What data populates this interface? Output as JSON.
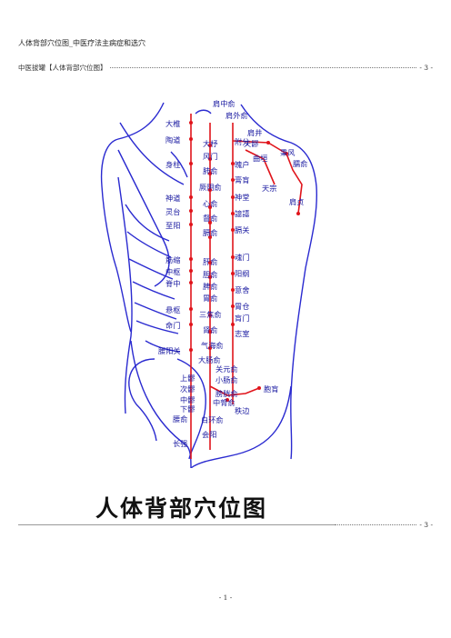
{
  "document": {
    "title": "人体背部穴位图_中医疗法主病症和选穴",
    "toc_entry": "中医拔罐【人体背部穴位图】",
    "toc_page": "- 3 -",
    "toc_page_2": "- 3 -",
    "figure_caption": "人体背部穴位图",
    "page_number": "- 1 -"
  },
  "colors": {
    "body_outline": "#2a2ad0",
    "meridian": "#e0141b",
    "label": "#1a1aa0"
  },
  "acupoints": {
    "left": [
      "大椎",
      "陶道",
      "身柱",
      "神道",
      "灵台",
      "至阳",
      "筋缩",
      "中枢",
      "脊中",
      "悬枢",
      "命门",
      "腰阳关",
      "上髎",
      "次髎",
      "中髎",
      "下髎",
      "腰俞",
      "长强"
    ],
    "center": [
      "大杼",
      "风门",
      "肺俞",
      "厥阴俞",
      "心俞",
      "督俞",
      "膈俞",
      "肝俞",
      "胆俞",
      "脾俞",
      "胃俞",
      "三焦俞",
      "肾俞",
      "气海俞",
      "大肠俞",
      "关元俞",
      "小肠俞",
      "膀胱俞",
      "中膂俞",
      "白环俞",
      "会阳"
    ],
    "outer": [
      "肩中俞",
      "肩外俞",
      "附分",
      "魄户",
      "膏肓",
      "神堂",
      "譩譆",
      "膈关",
      "魂门",
      "阳纲",
      "意舍",
      "胃仓",
      "肓门",
      "志室",
      "胞肓",
      "秩边"
    ],
    "shoulder": [
      "肩井",
      "天髎",
      "曲垣",
      "秉风",
      "天宗",
      "臑俞",
      "肩贞"
    ]
  }
}
